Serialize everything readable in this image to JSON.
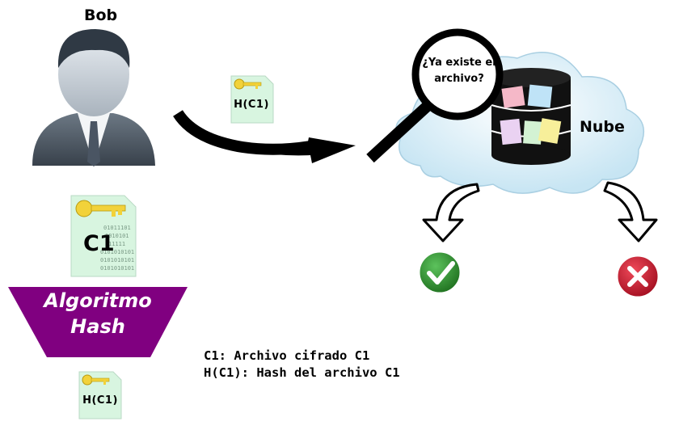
{
  "person": {
    "name": "Bob"
  },
  "cloud": {
    "label": "Nube",
    "question": "¿Ya existe el archivo?"
  },
  "files": {
    "sent_hash": "H(C1)",
    "encrypted": "C1",
    "result_hash": "H(C1)"
  },
  "algorithm": {
    "line1": "Algoritmo",
    "line2": "Hash"
  },
  "legend": {
    "line1": "C1: Archivo cifrado C1",
    "line2": "H(C1): Hash del archivo C1"
  },
  "colors": {
    "funnel": "#800080",
    "check": "#2e8b2e",
    "cross": "#c8102e",
    "cloud": "#d8eef8",
    "file": "#d8f5e0",
    "key": "#f2d23a"
  },
  "icons": [
    "person-icon",
    "key-icon",
    "file-icon",
    "magnifier-icon",
    "database-icon",
    "check-icon",
    "cross-icon"
  ]
}
